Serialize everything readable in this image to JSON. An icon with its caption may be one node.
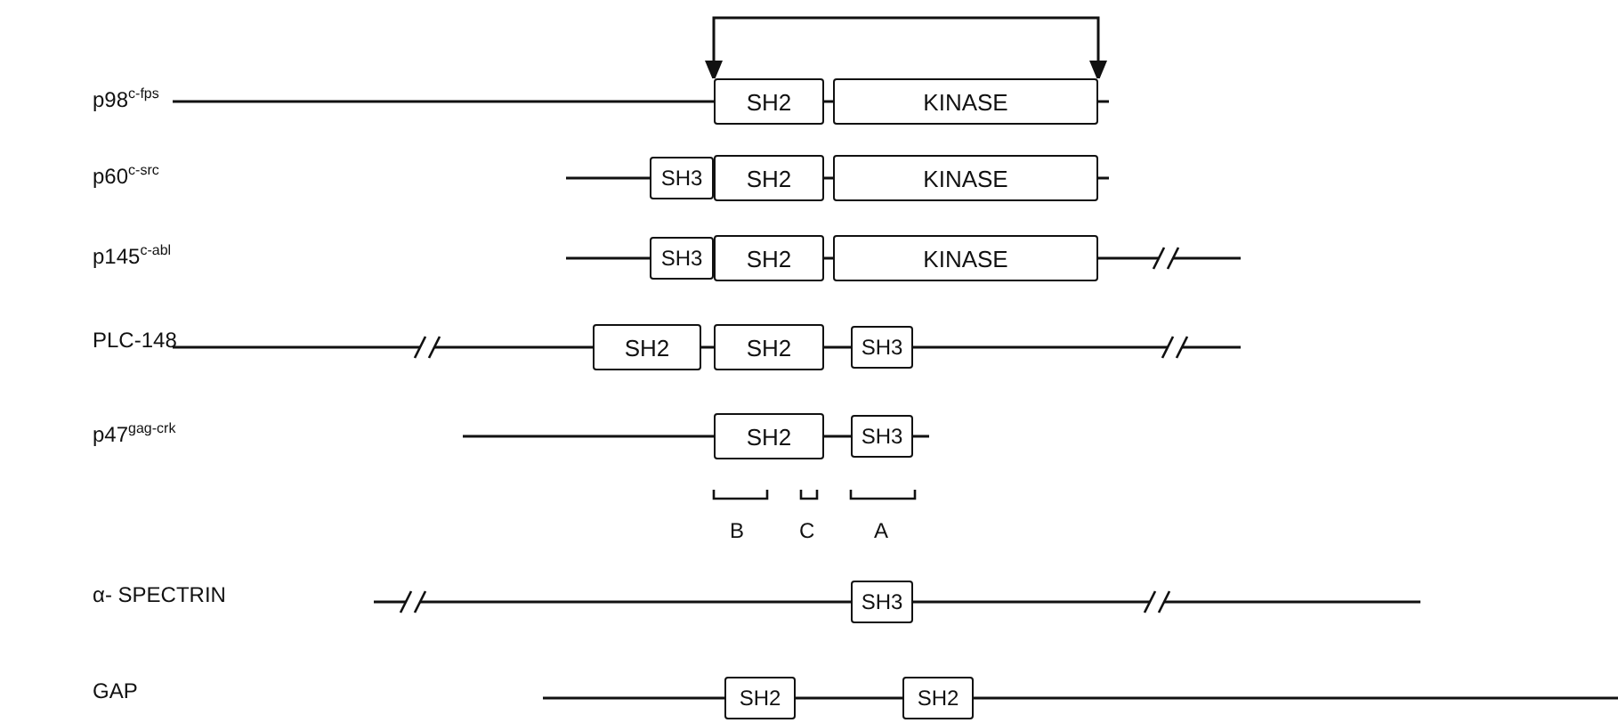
{
  "diagram": {
    "nodes": [
      {
        "text": [
          "SH2"
        ]
      },
      {
        "text": [
          "KINASE"
        ]
      },
      {
        "text": [
          "SH3"
        ]
      },
      {
        "text": [
          "SH2"
        ]
      },
      {
        "text": [
          "KINASE"
        ]
      },
      {
        "text": [
          "SH3"
        ]
      },
      {
        "text": [
          "SH2"
        ]
      },
      {
        "text": [
          "KINASE"
        ]
      },
      {
        "text": [
          "SH2"
        ]
      },
      {
        "text": [
          "SH2"
        ]
      },
      {
        "text": [
          "SH3"
        ]
      },
      {
        "text": [
          "SH2"
        ]
      },
      {
        "text": [
          "SH3"
        ]
      },
      {
        "text": [
          "SH3"
        ]
      },
      {
        "text": [
          "SH2"
        ]
      },
      {
        "text": [
          "SH2"
        ]
      }
    ],
    "edges": [
      {
        "from": 0,
        "to": 1,
        "arrow": "both"
      }
    ],
    "labels": [
      "p98$^{c-fps}$",
      "p60$^{c-src}$",
      "p145$^{c-abl}$",
      "PLC-148",
      "p47$^{gag-crk}$",
      "B",
      "C",
      "A",
      "α- SPECTRIN",
      "GAP"
    ]
  }
}
